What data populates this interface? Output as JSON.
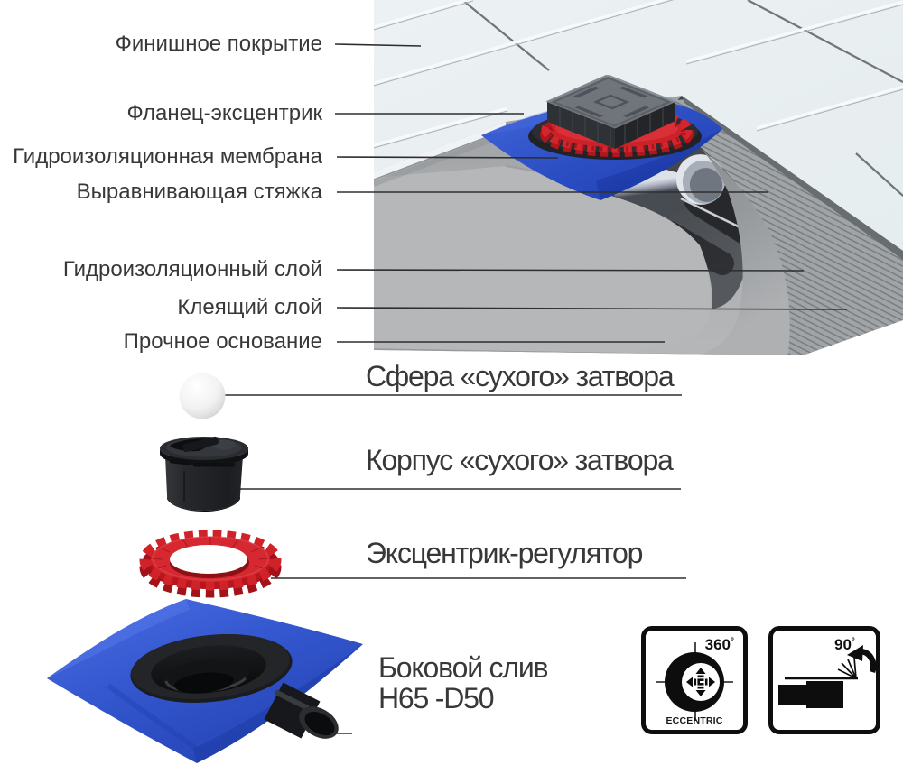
{
  "diagram": {
    "title_context": "shower drain installation cutaway",
    "layer_labels": [
      {
        "text": "Финишное покрытие"
      },
      {
        "text": "Фланец-эксцентрик"
      },
      {
        "text": "Гидроизоляционная мембрана"
      },
      {
        "text": "Выравнивающая стяжка"
      },
      {
        "text": "Гидроизоляционный слой"
      },
      {
        "text": "Клеящий слой"
      },
      {
        "text": "Прочное основание"
      }
    ],
    "part_labels": [
      {
        "text": "Сфера «сухого» затвора"
      },
      {
        "text": "Корпус «сухого» затвора"
      },
      {
        "text": "Эксцентрик-регулятор"
      },
      {
        "text": "Боковой слив",
        "subtext": "H65 -D50"
      }
    ],
    "badges": [
      {
        "angle": "360",
        "degree": "°",
        "caption": "ECCENTRIC"
      },
      {
        "angle": "90",
        "degree": "°",
        "caption": ""
      }
    ],
    "colors": {
      "tile": "#e9eef1",
      "grout_light": "#f7f9fa",
      "grout_dark": "#6e767b",
      "screed_grey": "#a6a7aa",
      "membrane_blue": "#2c4fc4",
      "flange_red": "#d2262e",
      "drain_black": "#212428",
      "label_text": "#3a3a3c",
      "leader_line": "#2e2e2e",
      "badge_ink": "#0e0e0e"
    }
  }
}
